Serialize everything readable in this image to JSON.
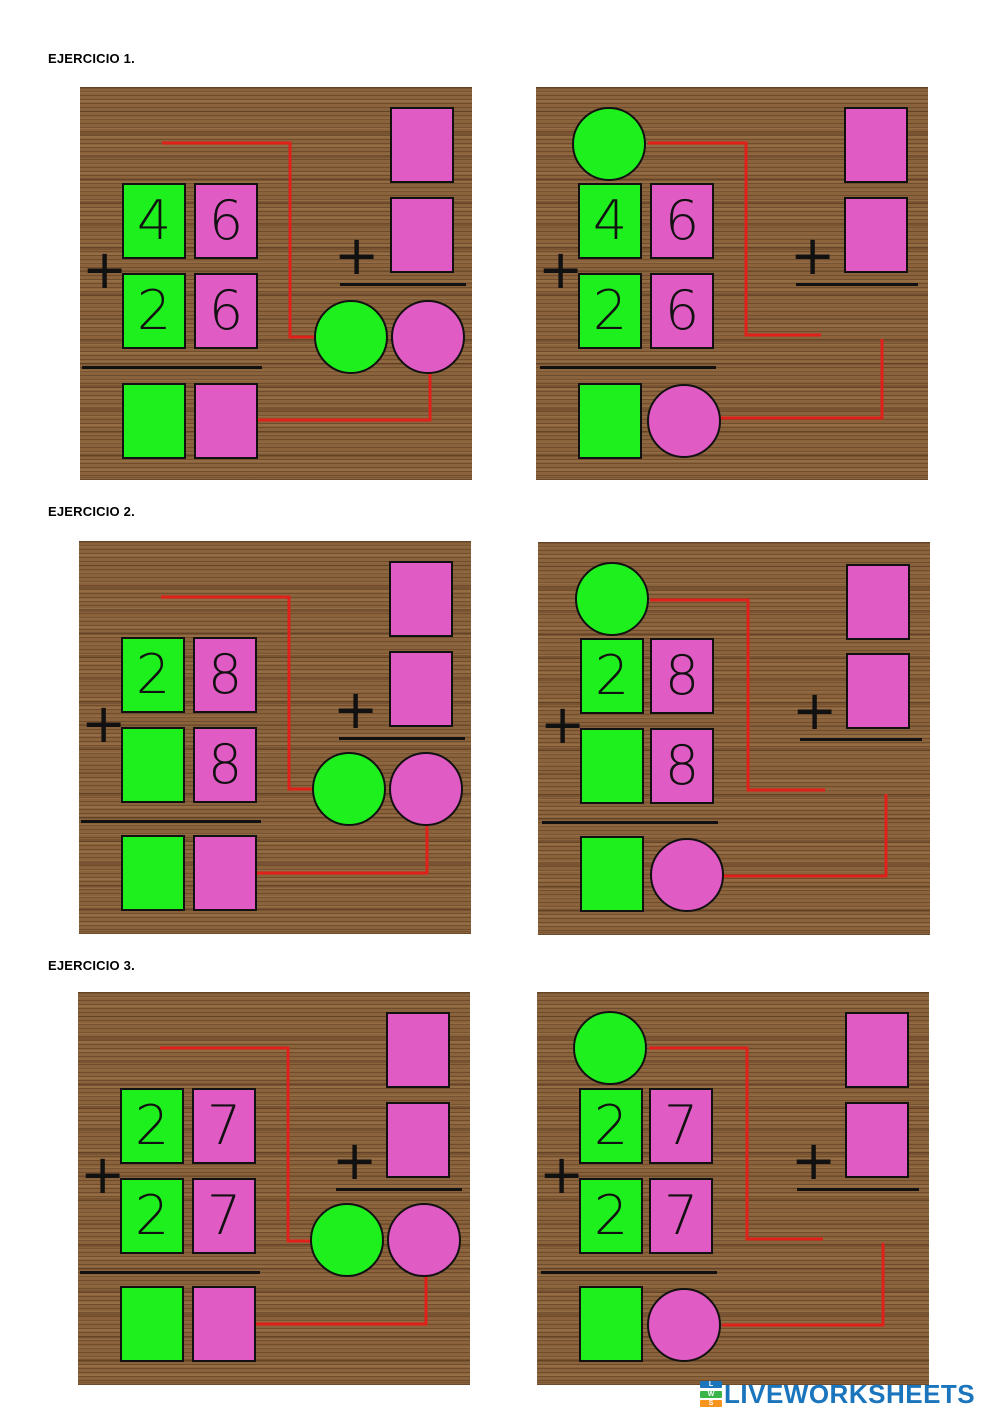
{
  "exercises": [
    {
      "title": "EJERCICIO 1.",
      "top_tens": "4",
      "top_units": "6",
      "bottom_tens": "2",
      "bottom_units": "6"
    },
    {
      "title": "EJERCICIO 2.",
      "top_tens": "2",
      "top_units": "8",
      "bottom_tens": "",
      "bottom_units": "8"
    },
    {
      "title": "EJERCICIO 3.",
      "top_tens": "2",
      "top_units": "7",
      "bottom_tens": "2",
      "bottom_units": "7"
    }
  ],
  "symbols": {
    "plus": "+"
  },
  "colors": {
    "tens": "#1ef01e",
    "units": "#e05bc4",
    "connector": "#e0201a",
    "board": "#8a623c"
  },
  "watermark": {
    "text": "LIVEWORKSHEETS",
    "badge_letters": [
      "L",
      "W",
      "S"
    ]
  }
}
